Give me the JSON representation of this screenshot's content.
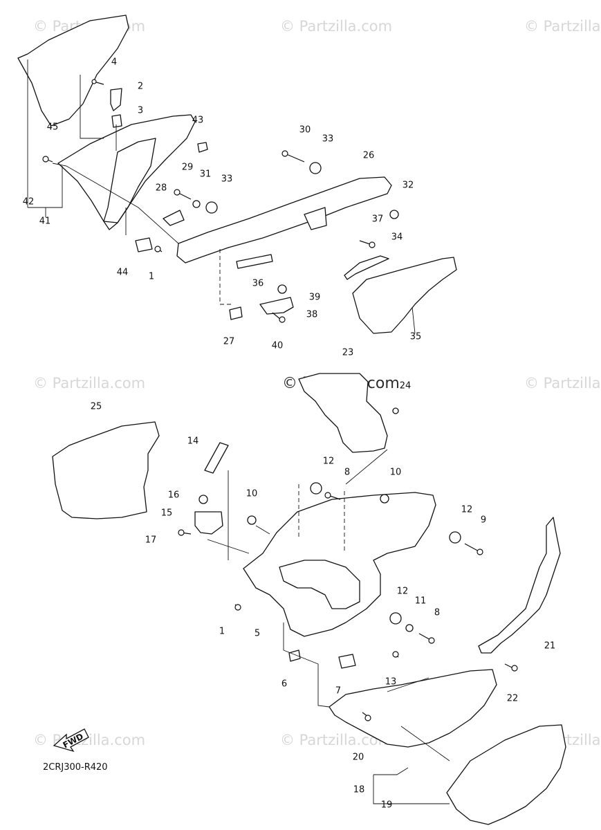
{
  "watermark": "© Partzilla.com",
  "diagram_code": "2CRJ300-R420",
  "fwd_label": "FWD",
  "callouts": {
    "c1a": "1",
    "c1b": "1",
    "c2": "2",
    "c3": "3",
    "c4": "4",
    "c5": "5",
    "c6": "6",
    "c7": "7",
    "c8a": "8",
    "c8b": "8",
    "c9": "9",
    "c10a": "10",
    "c10b": "10",
    "c11": "11",
    "c12a": "12",
    "c12b": "12",
    "c12c": "12",
    "c13": "13",
    "c14": "14",
    "c15": "15",
    "c16": "16",
    "c17": "17",
    "c18": "18",
    "c19": "19",
    "c20": "20",
    "c21": "21",
    "c22": "22",
    "c23": "23",
    "c24": "24",
    "c25": "25",
    "c26": "26",
    "c27": "27",
    "c28": "28",
    "c29": "29",
    "c30": "30",
    "c31": "31",
    "c32": "32",
    "c33a": "33",
    "c33b": "33",
    "c34": "34",
    "c35": "35",
    "c36": "36",
    "c37": "37",
    "c38": "38",
    "c39": "39",
    "c40": "40",
    "c41": "41",
    "c42": "42",
    "c43": "43",
    "c44": "44",
    "c45": "45"
  }
}
